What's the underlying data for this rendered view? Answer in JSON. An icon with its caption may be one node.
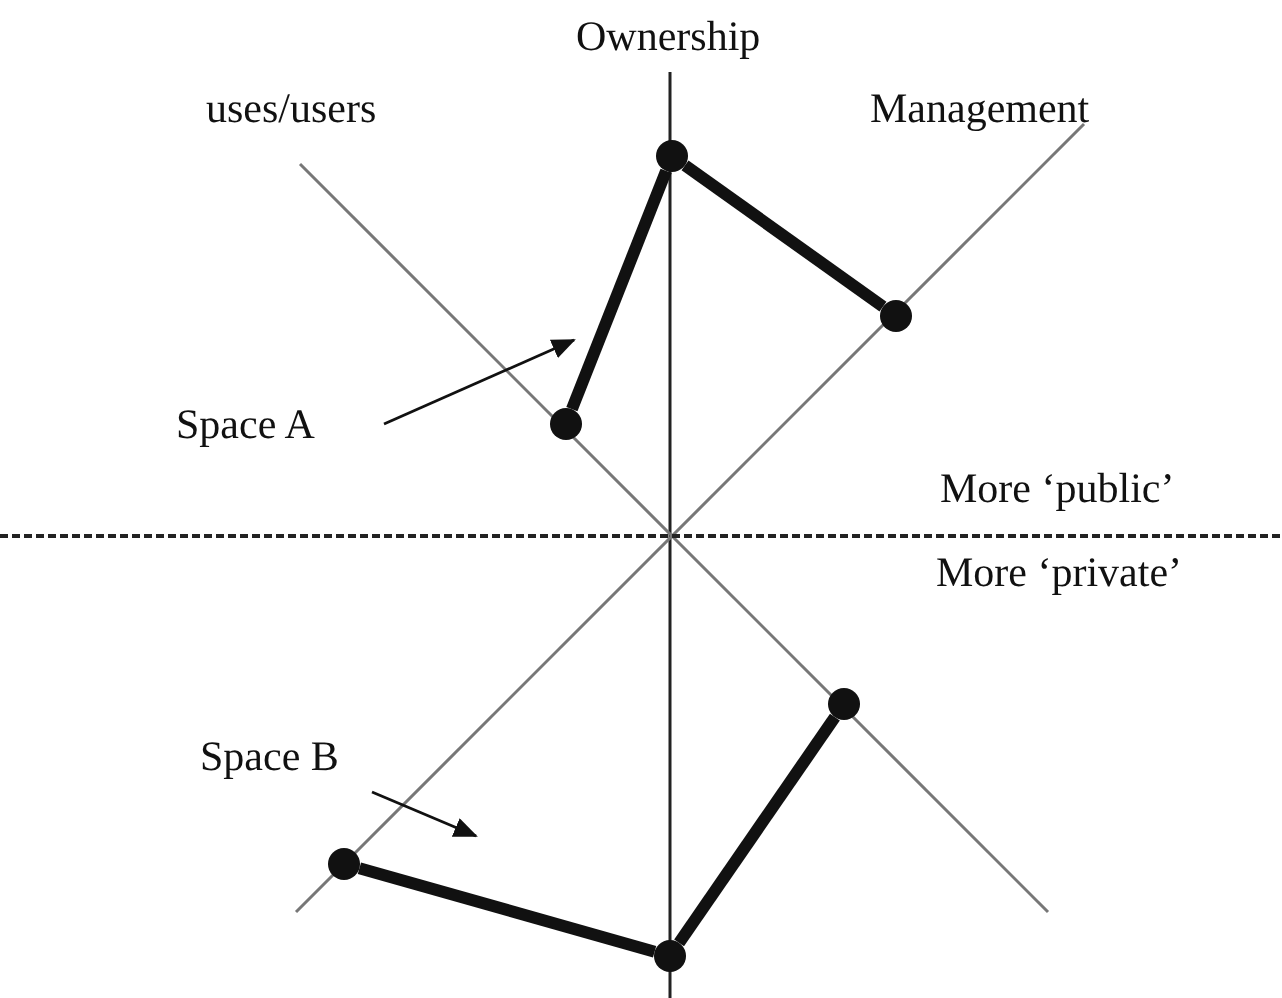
{
  "diagram": {
    "nodes": [
      {
        "text": [],
        "shape": "circle"
      },
      {
        "text": [],
        "shape": "circle"
      },
      {
        "text": [
          "Space A"
        ]
      },
      {
        "text": [],
        "shape": "circle"
      },
      {
        "text": [],
        "shape": "circle"
      },
      {
        "text": [
          "Space B"
        ]
      },
      {
        "text": [],
        "shape": "circle"
      },
      {
        "text": [],
        "shape": "circle"
      }
    ],
    "edges": [
      {
        "from": 3,
        "to": 0,
        "arrow": "none"
      },
      {
        "from": 0,
        "to": 1,
        "arrow": "none"
      },
      {
        "from": 4,
        "to": 7,
        "arrow": "none"
      },
      {
        "from": 7,
        "to": 6,
        "arrow": "none"
      },
      {
        "from": 2,
        "to": null,
        "arrow": "to"
      },
      {
        "from": 5,
        "to": null,
        "arrow": "to"
      }
    ],
    "labels": [
      "Ownership",
      "uses/users",
      "Management",
      "More ‘public’",
      "More ‘private’"
    ]
  }
}
